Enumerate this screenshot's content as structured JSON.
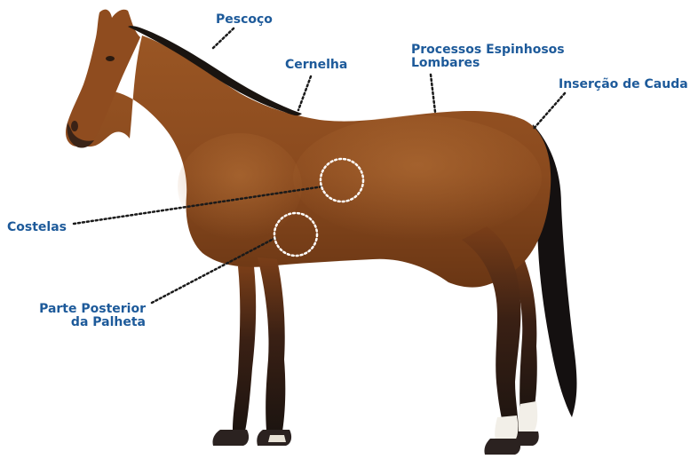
{
  "colors": {
    "label": "#1d5a9a",
    "coat": "#8a4a1e",
    "coat_dark": "#5c2e10",
    "coat_light": "#b0652c",
    "mane": "#1a1410",
    "hoof": "#2b2220",
    "sock": "#f2efe8",
    "leader": "#1a1a1a",
    "circle": "#ffffff"
  },
  "labels": {
    "pescoco": "Pescoço",
    "cernelha": "Cernelha",
    "lombares_line1": "Processos Espinhosos",
    "lombares_line2": "Lombares",
    "cauda": "Inserção de Cauda",
    "costelas": "Costelas",
    "palheta_line1": "Parte Posterior",
    "palheta_line2": "da Palheta"
  },
  "image": {
    "subject": "horse",
    "view": "left side profile"
  },
  "icons": [
    "horse-illustration"
  ]
}
